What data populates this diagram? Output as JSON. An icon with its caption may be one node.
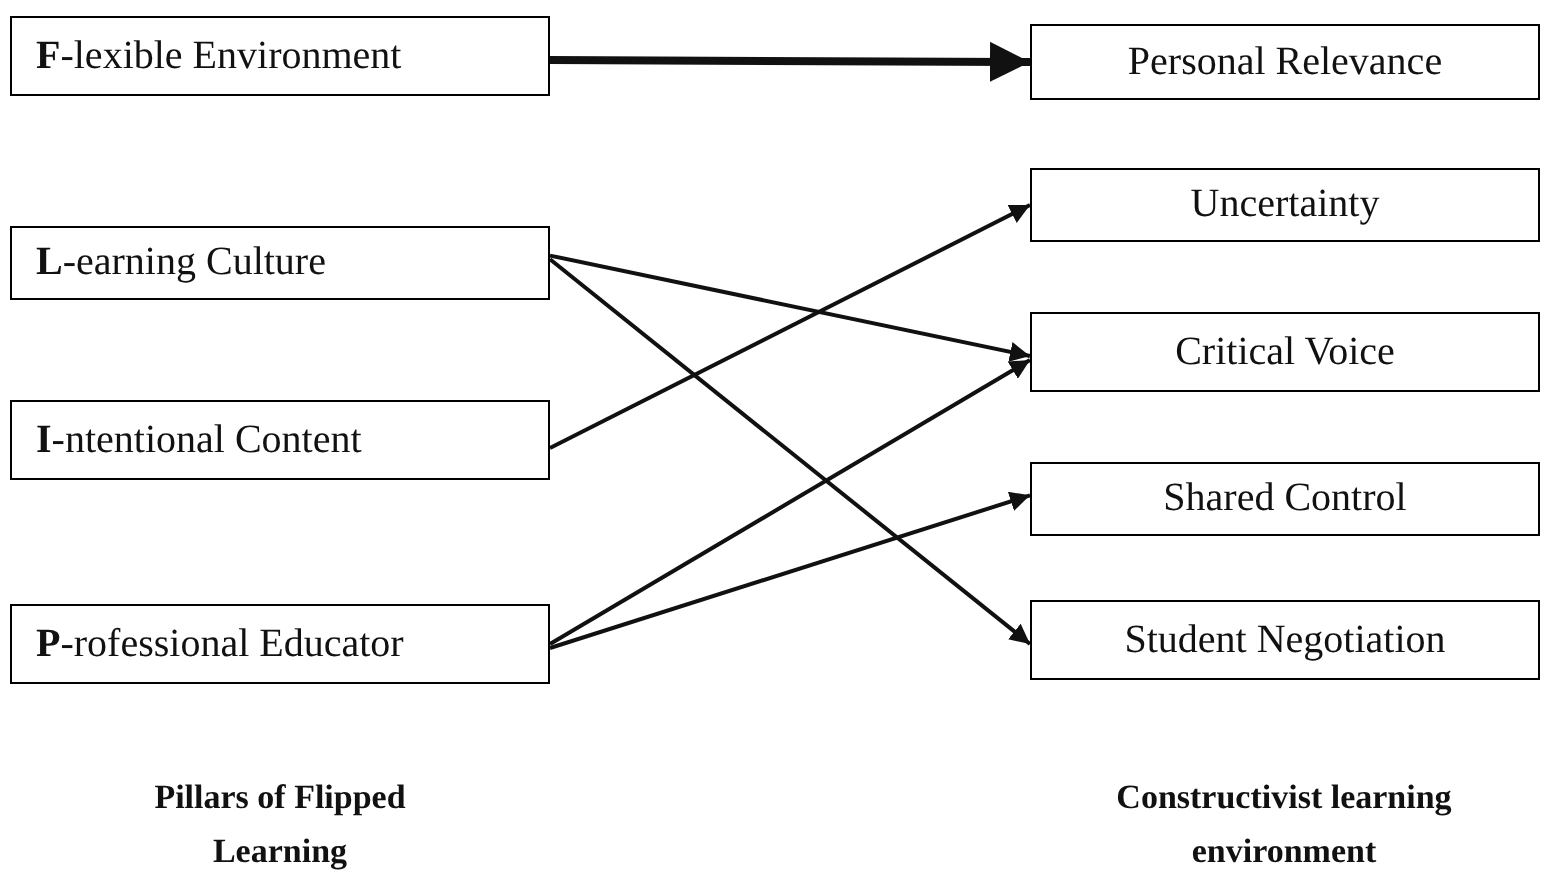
{
  "diagram": {
    "nodes": [
      {
        "text": [
          "**F**-lexible Environment"
        ]
      },
      {
        "text": [
          "**L**-earning Culture"
        ]
      },
      {
        "text": [
          "**I**-ntentional Content"
        ]
      },
      {
        "text": [
          "**P**-rofessional Educator"
        ]
      },
      {
        "text": [
          "Personal Relevance"
        ]
      },
      {
        "text": [
          "Uncertainty"
        ]
      },
      {
        "text": [
          "Critical Voice"
        ]
      },
      {
        "text": [
          "Shared Control"
        ]
      },
      {
        "text": [
          "Student Negotiation"
        ]
      }
    ],
    "edges": [
      {
        "from": 0,
        "to": 4,
        "arrow": "to",
        "style": "thick"
      },
      {
        "from": 1,
        "to": 6,
        "arrow": "to"
      },
      {
        "from": 1,
        "to": 8,
        "arrow": "to"
      },
      {
        "from": 2,
        "to": 5,
        "arrow": "to"
      },
      {
        "from": 3,
        "to": 6,
        "arrow": "to"
      },
      {
        "from": 3,
        "to": 7,
        "arrow": "to"
      }
    ],
    "labels": [
      "Pillars of Flipped Learning",
      "Constructivist learning environment"
    ]
  }
}
